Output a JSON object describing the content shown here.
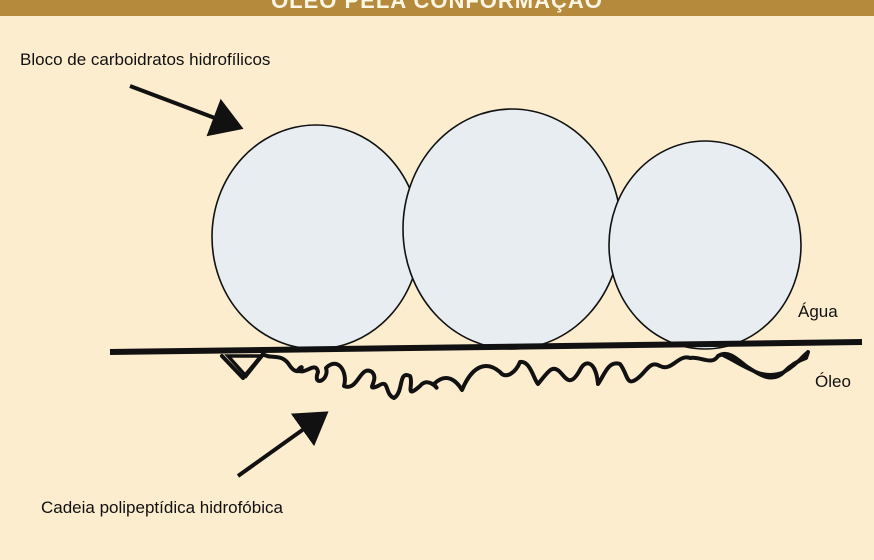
{
  "header": {
    "title": "ÓLEO PELA CONFORMAÇÃO"
  },
  "labels": {
    "carbohydrate_block": "Bloco de carboidratos hidrofílicos",
    "water": "Água",
    "oil": "Óleo",
    "polypeptide_chain": "Cadeia polipeptídica hidrofóbica"
  },
  "colors": {
    "background": "#fdedcf",
    "header_band": "#b58a3c",
    "sphere_fill": "#e7edf0",
    "ink": "#111111"
  }
}
